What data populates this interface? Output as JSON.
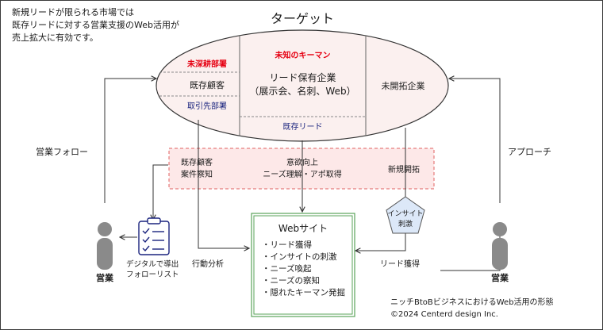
{
  "intro": {
    "line1": "新規リードが限られる市場では",
    "line2": "既存リードに対する営業支援のWeb活用が",
    "line3": "売上拡大に有効です。"
  },
  "target": {
    "title": "ターゲット",
    "existing": {
      "top": "未深耕部署",
      "middle": "既存顧客",
      "bottom": "取引先部署"
    },
    "leads": {
      "top": "未知のキーマン",
      "middle1": "リード保有企業",
      "middle2": "（展示会、名刺、Web）",
      "bottom": "既存リード"
    },
    "untapped": "未開拓企業"
  },
  "band": {
    "left1": "既存顧客",
    "left2": "案件察知",
    "center1": "意欲向上",
    "center2": "ニーズ理解・アポ取得",
    "right": "新規開拓"
  },
  "left_flow": "営業フォロー",
  "right_flow": "アプローチ",
  "web": {
    "title": "Webサイト",
    "items": [
      "リード獲得",
      "インサイトの刺激",
      "ニーズ喚起",
      "ニーズの察知",
      "隠れたキーマン発掘"
    ]
  },
  "insight": {
    "line1": "インサイト",
    "line2": "刺激"
  },
  "list": {
    "line1": "デジタルで導出",
    "line2": "フォローリスト"
  },
  "edge_labels": {
    "action": "行動分析",
    "lead": "リード獲得"
  },
  "persons": {
    "left": "営業",
    "right": "営業"
  },
  "footer": {
    "line1": "ニッチBtoBビジネスにおけるWeb活用の形態",
    "line2": "©2024 Centerd design Inc."
  },
  "colors": {
    "ellipse_fill": "#fbf0ef",
    "band_fill": "#fde8e8",
    "band_border": "#e06060",
    "web_border": "#5aa35a",
    "pentagon_fill": "#dce8f8",
    "person": "#8a8a8a",
    "accent_red": "#e60012",
    "accent_blue": "#1a237e"
  }
}
